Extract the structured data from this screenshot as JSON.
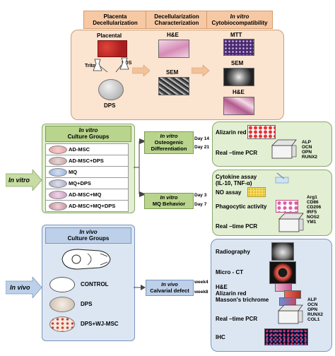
{
  "top": {
    "headers": [
      {
        "line1": "Placenta",
        "line2": "Decellularization",
        "italic1": false
      },
      {
        "line1": "Decellularization",
        "line2": "Characterization",
        "italic1": false
      },
      {
        "line1": "In vitro",
        "line2": "Cytobiocompatibility",
        "italic1": true
      }
    ],
    "placental": "Placental",
    "triton": "Triton",
    "sds": "SDS",
    "dps": "DPS",
    "he1": "H&E",
    "sem1": "SEM",
    "mtt": "MTT",
    "sem2": "SEM",
    "he2": "H&E"
  },
  "invitro": {
    "label": "In vitro",
    "groups_title_1": "In vitro",
    "groups_title_2": "Culture Groups",
    "groups": [
      "AD-MSC",
      "AD-MSC+DPS",
      "MQ",
      "MQ+DPS",
      "AD-MSC+MQ",
      "AD-MSC+MQ+DPS"
    ],
    "osteo_1": "In vitro",
    "osteo_2": "Osteogenic",
    "osteo_3": "Differentiation",
    "day14": "Day 14",
    "day21": "Day 21",
    "alizarin": "Alizarin red",
    "pcr1": "Real –time PCR",
    "genes1": [
      "ALP",
      "OCN",
      "OPN",
      "RUNX2"
    ],
    "mq_1": "In vitro",
    "mq_2": "MQ Behavior",
    "day3": "Day 3",
    "day7": "Day 7",
    "cytokine_1": "Cytokine assay",
    "cytokine_2": "(IL-10, TNF-α)",
    "no_assay": "NO assay",
    "phago": "Phagocytic activity",
    "pcr2": "Real –time PCR",
    "genes2": [
      "Arg1",
      "CD86",
      "CD206",
      "IRF5",
      "NOS2",
      "YM1"
    ]
  },
  "invivo": {
    "label": "In vivo",
    "groups_title_1": "In vivo",
    "groups_title_2": "Culture Groups",
    "groups": [
      "CONTROL",
      "DPS",
      "DPS+WJ-MSC"
    ],
    "calv_1": "In vivo",
    "calv_2": "Calvarial defect",
    "week4": "week4",
    "week8": "week8",
    "radiography": "Radiography",
    "microct": "Micro - CT",
    "he": "H&E",
    "alizarin": "Alizarin red",
    "masson": "Masson's trichrome",
    "pcr": "Real –time PCR",
    "genes": [
      "ALP",
      "OCN",
      "OPN",
      "RUNX2",
      "COL1"
    ],
    "ihc": "IHC"
  },
  "colors": {
    "top_bg": "#fbe4d0",
    "header_bg": "#f6c9a4",
    "invitro_bg": "#e2efd2",
    "invivo_bg": "#dce6f2",
    "green_label": "#b9d48c",
    "blue_label": "#bdd0e9"
  }
}
